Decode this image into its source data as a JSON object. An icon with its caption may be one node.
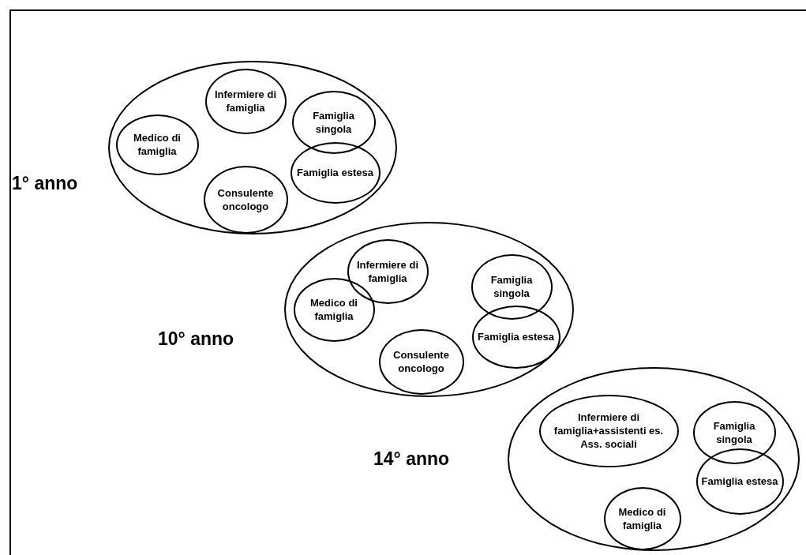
{
  "diagram": {
    "nodes": [
      {
        "text": [],
        "shape": "circle"
      },
      {
        "text": [
          "Infermiere di famiglia"
        ],
        "in": 0
      },
      {
        "text": [
          "Famiglia singola"
        ],
        "in": 0
      },
      {
        "text": [
          "Medico di famiglia"
        ],
        "in": 0
      },
      {
        "text": [
          "Famiglia estesa"
        ],
        "in": 0
      },
      {
        "text": [
          "Consulente oncologo"
        ],
        "in": 0
      },
      {
        "text": [],
        "shape": "circle"
      },
      {
        "text": [
          "Infermiere di famiglia"
        ],
        "in": 6
      },
      {
        "text": [
          "Famiglia singola"
        ],
        "in": 6
      },
      {
        "text": [
          "Medico di famiglia"
        ],
        "in": 6
      },
      {
        "text": [
          "Famiglia estesa"
        ],
        "in": 6
      },
      {
        "text": [
          "Consulente oncologo"
        ],
        "in": 6
      },
      {
        "text": [],
        "shape": "circle"
      },
      {
        "text": [
          "Infermiere di famiglia+assistenti es. Ass. sociali"
        ],
        "in": 12
      },
      {
        "text": [
          "Famiglia singola"
        ],
        "in": 12
      },
      {
        "text": [
          "Famiglia estesa"
        ],
        "in": 12
      },
      {
        "text": [
          "Medico di famiglia"
        ],
        "in": 12
      }
    ],
    "labels": [
      "1° anno",
      "10° anno",
      "14° anno"
    ]
  }
}
